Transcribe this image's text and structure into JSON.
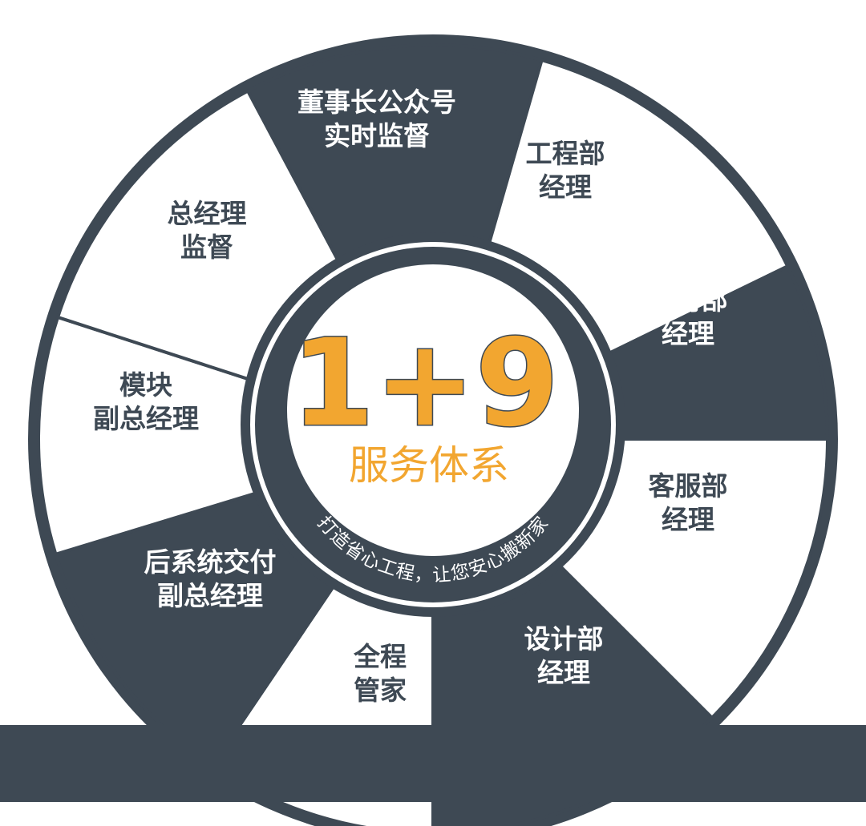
{
  "colors": {
    "dark": "#3e4954",
    "light": "#ffffff",
    "accent": "#f2a630"
  },
  "center": {
    "number": "1+9",
    "title": "服务体系",
    "slogan": "打造省心工程，让您安心搬新家"
  },
  "segments": [
    {
      "lines": [
        "董事长公众号",
        "实时监督"
      ],
      "fill": "dark"
    },
    {
      "lines": [
        "工程部",
        "经理"
      ],
      "fill": "light"
    },
    {
      "lines": [
        "主材部",
        "经理"
      ],
      "fill": "dark"
    },
    {
      "lines": [
        "客服部",
        "经理"
      ],
      "fill": "light"
    },
    {
      "lines": [
        "设计部",
        "经理"
      ],
      "fill": "dark"
    },
    {
      "lines": [
        "全程",
        "管家"
      ],
      "fill": "light"
    },
    {
      "lines": [
        "后系统交付",
        "副总经理"
      ],
      "fill": "dark"
    },
    {
      "lines": [
        "模块",
        "副总经理"
      ],
      "fill": "light"
    },
    {
      "lines": [
        "总经理",
        "监督"
      ],
      "fill": "light"
    }
  ]
}
